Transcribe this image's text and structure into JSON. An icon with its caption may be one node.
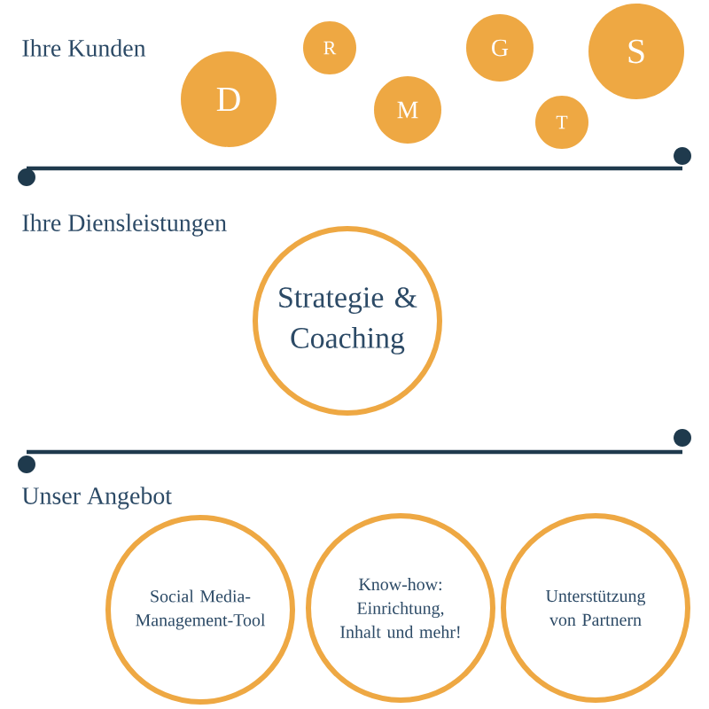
{
  "diagram": {
    "nodes": [
      {
        "text": [
          "D"
        ]
      },
      {
        "text": [
          "R"
        ]
      },
      {
        "text": [
          "M"
        ]
      },
      {
        "text": [
          "G"
        ]
      },
      {
        "text": [
          "T"
        ]
      },
      {
        "text": [
          "S"
        ]
      },
      {
        "text": [
          "Strategie & Coaching"
        ]
      },
      {
        "text": [
          "Social Media-Management-Tool"
        ]
      },
      {
        "text": [
          "Know-how: Einrichtung, Inhalt und mehr!"
        ]
      },
      {
        "text": [
          "Unterstützung von Partnern"
        ]
      }
    ],
    "labels": [
      "Ihre Kunden",
      "Ihre Diensleistungen",
      "Unser Angebot"
    ]
  }
}
